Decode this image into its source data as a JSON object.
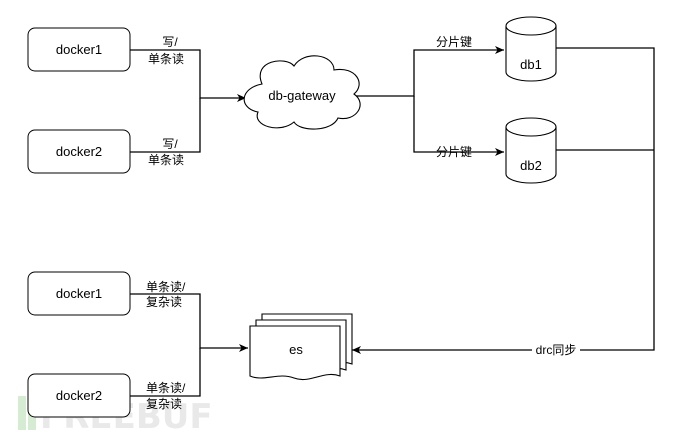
{
  "diagram": {
    "nodes": {
      "docker1_top": "docker1",
      "docker2_top": "docker2",
      "gateway": "db-gateway",
      "db1": "db1",
      "db2": "db2",
      "docker1_bottom": "docker1",
      "docker2_bottom": "docker2",
      "es": "es"
    },
    "edge_labels": {
      "docker1_top_line1": "写/",
      "docker1_top_line2": "单条读",
      "docker2_top_line1": "写/",
      "docker2_top_line2": "单条读",
      "to_db1": "分片键",
      "to_db2": "分片键",
      "docker1_bottom_line1": "单条读/",
      "docker1_bottom_line2": "复杂读",
      "docker2_bottom_line1": "单条读/",
      "docker2_bottom_line2": "复杂读",
      "sync": "drc同步"
    },
    "watermark": "FREEBUF"
  }
}
